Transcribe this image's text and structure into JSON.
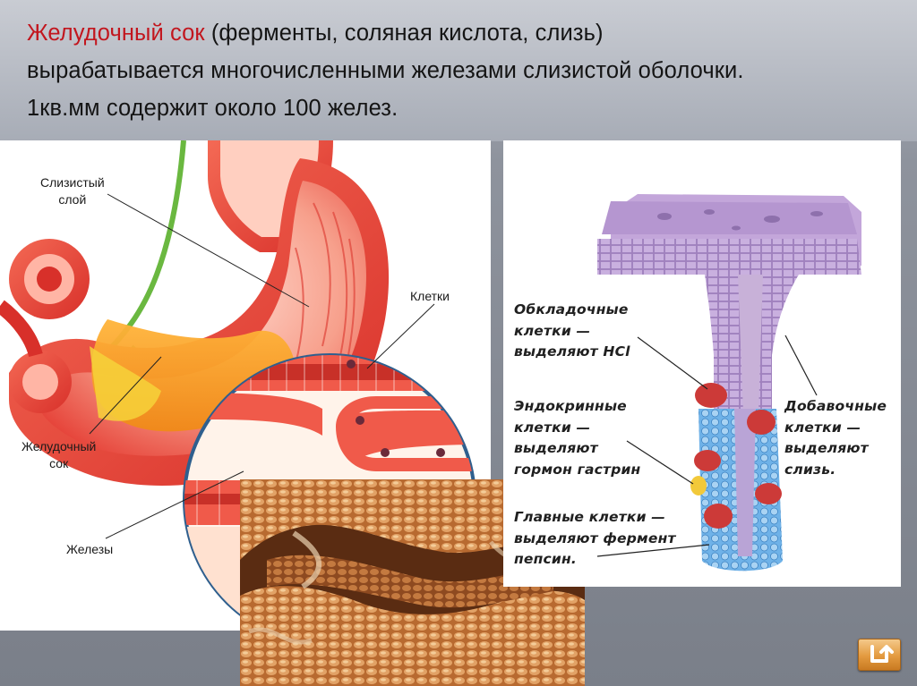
{
  "slide": {
    "title_highlight": "Желудочный сок",
    "title_line1_rest": " (ферменты, соляная кислота, слизь)",
    "title_line2": "вырабатывается многочисленными железами слизистой оболочки.",
    "title_line3": "1кв.мм содержит около 100 желез."
  },
  "left_figure": {
    "label_mucous_1": "Слизистый",
    "label_mucous_2": "слой",
    "label_cells": "Клетки",
    "label_juice_1": "Желудочный",
    "label_juice_2": "сок",
    "label_glands": "Железы"
  },
  "right_figure": {
    "parietal": [
      "Обкладочные",
      "клетки —",
      "выделяют НСl"
    ],
    "endocrine": [
      "Эндокринные",
      "клетки —",
      "выделяют",
      "гормон гастрин"
    ],
    "chief": [
      "Главные клетки —",
      "выделяют фермент",
      "пепсин."
    ],
    "accessory": [
      "Добавочные",
      "клетки —",
      "выделяют",
      "слизь."
    ]
  },
  "navigation": {
    "return_icon": "return-arrow-icon"
  }
}
